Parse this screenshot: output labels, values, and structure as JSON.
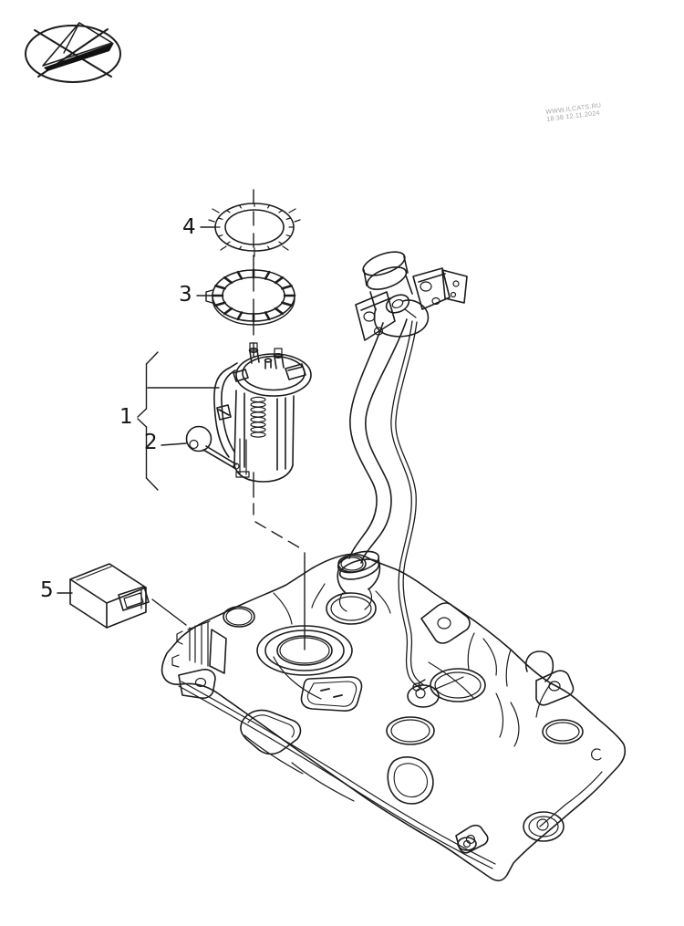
{
  "page": {
    "background": "#ffffff",
    "line_color": "#1c1c1c",
    "watermark_color": "#a3a3a3"
  },
  "logo": {
    "icon": "crossed-oval-arrow-logo"
  },
  "watermark": {
    "line1": "WWW.ILCATS.RU",
    "line2": "18:38 12.11.2024"
  },
  "callouts": {
    "n1": "1",
    "n2": "2",
    "n3": "3",
    "n4": "4",
    "n5": "5"
  },
  "diagram": {
    "type": "exploded-parts-drawing",
    "subject": "fuel-tank-with-delivery-unit",
    "items": [
      {
        "number": "1",
        "points_to": "fuel-delivery-unit-assembly"
      },
      {
        "number": "2",
        "points_to": "sender-float"
      },
      {
        "number": "3",
        "points_to": "toothed-locking-ring"
      },
      {
        "number": "4",
        "points_to": "sealing-ring"
      },
      {
        "number": "5",
        "points_to": "control-module-box"
      }
    ]
  }
}
